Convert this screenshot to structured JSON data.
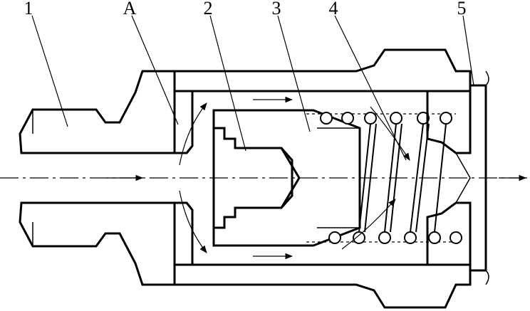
{
  "labels": {
    "part1": "1",
    "partA": "A",
    "part2": "2",
    "part3": "3",
    "part4": "4",
    "part5": "5"
  }
}
